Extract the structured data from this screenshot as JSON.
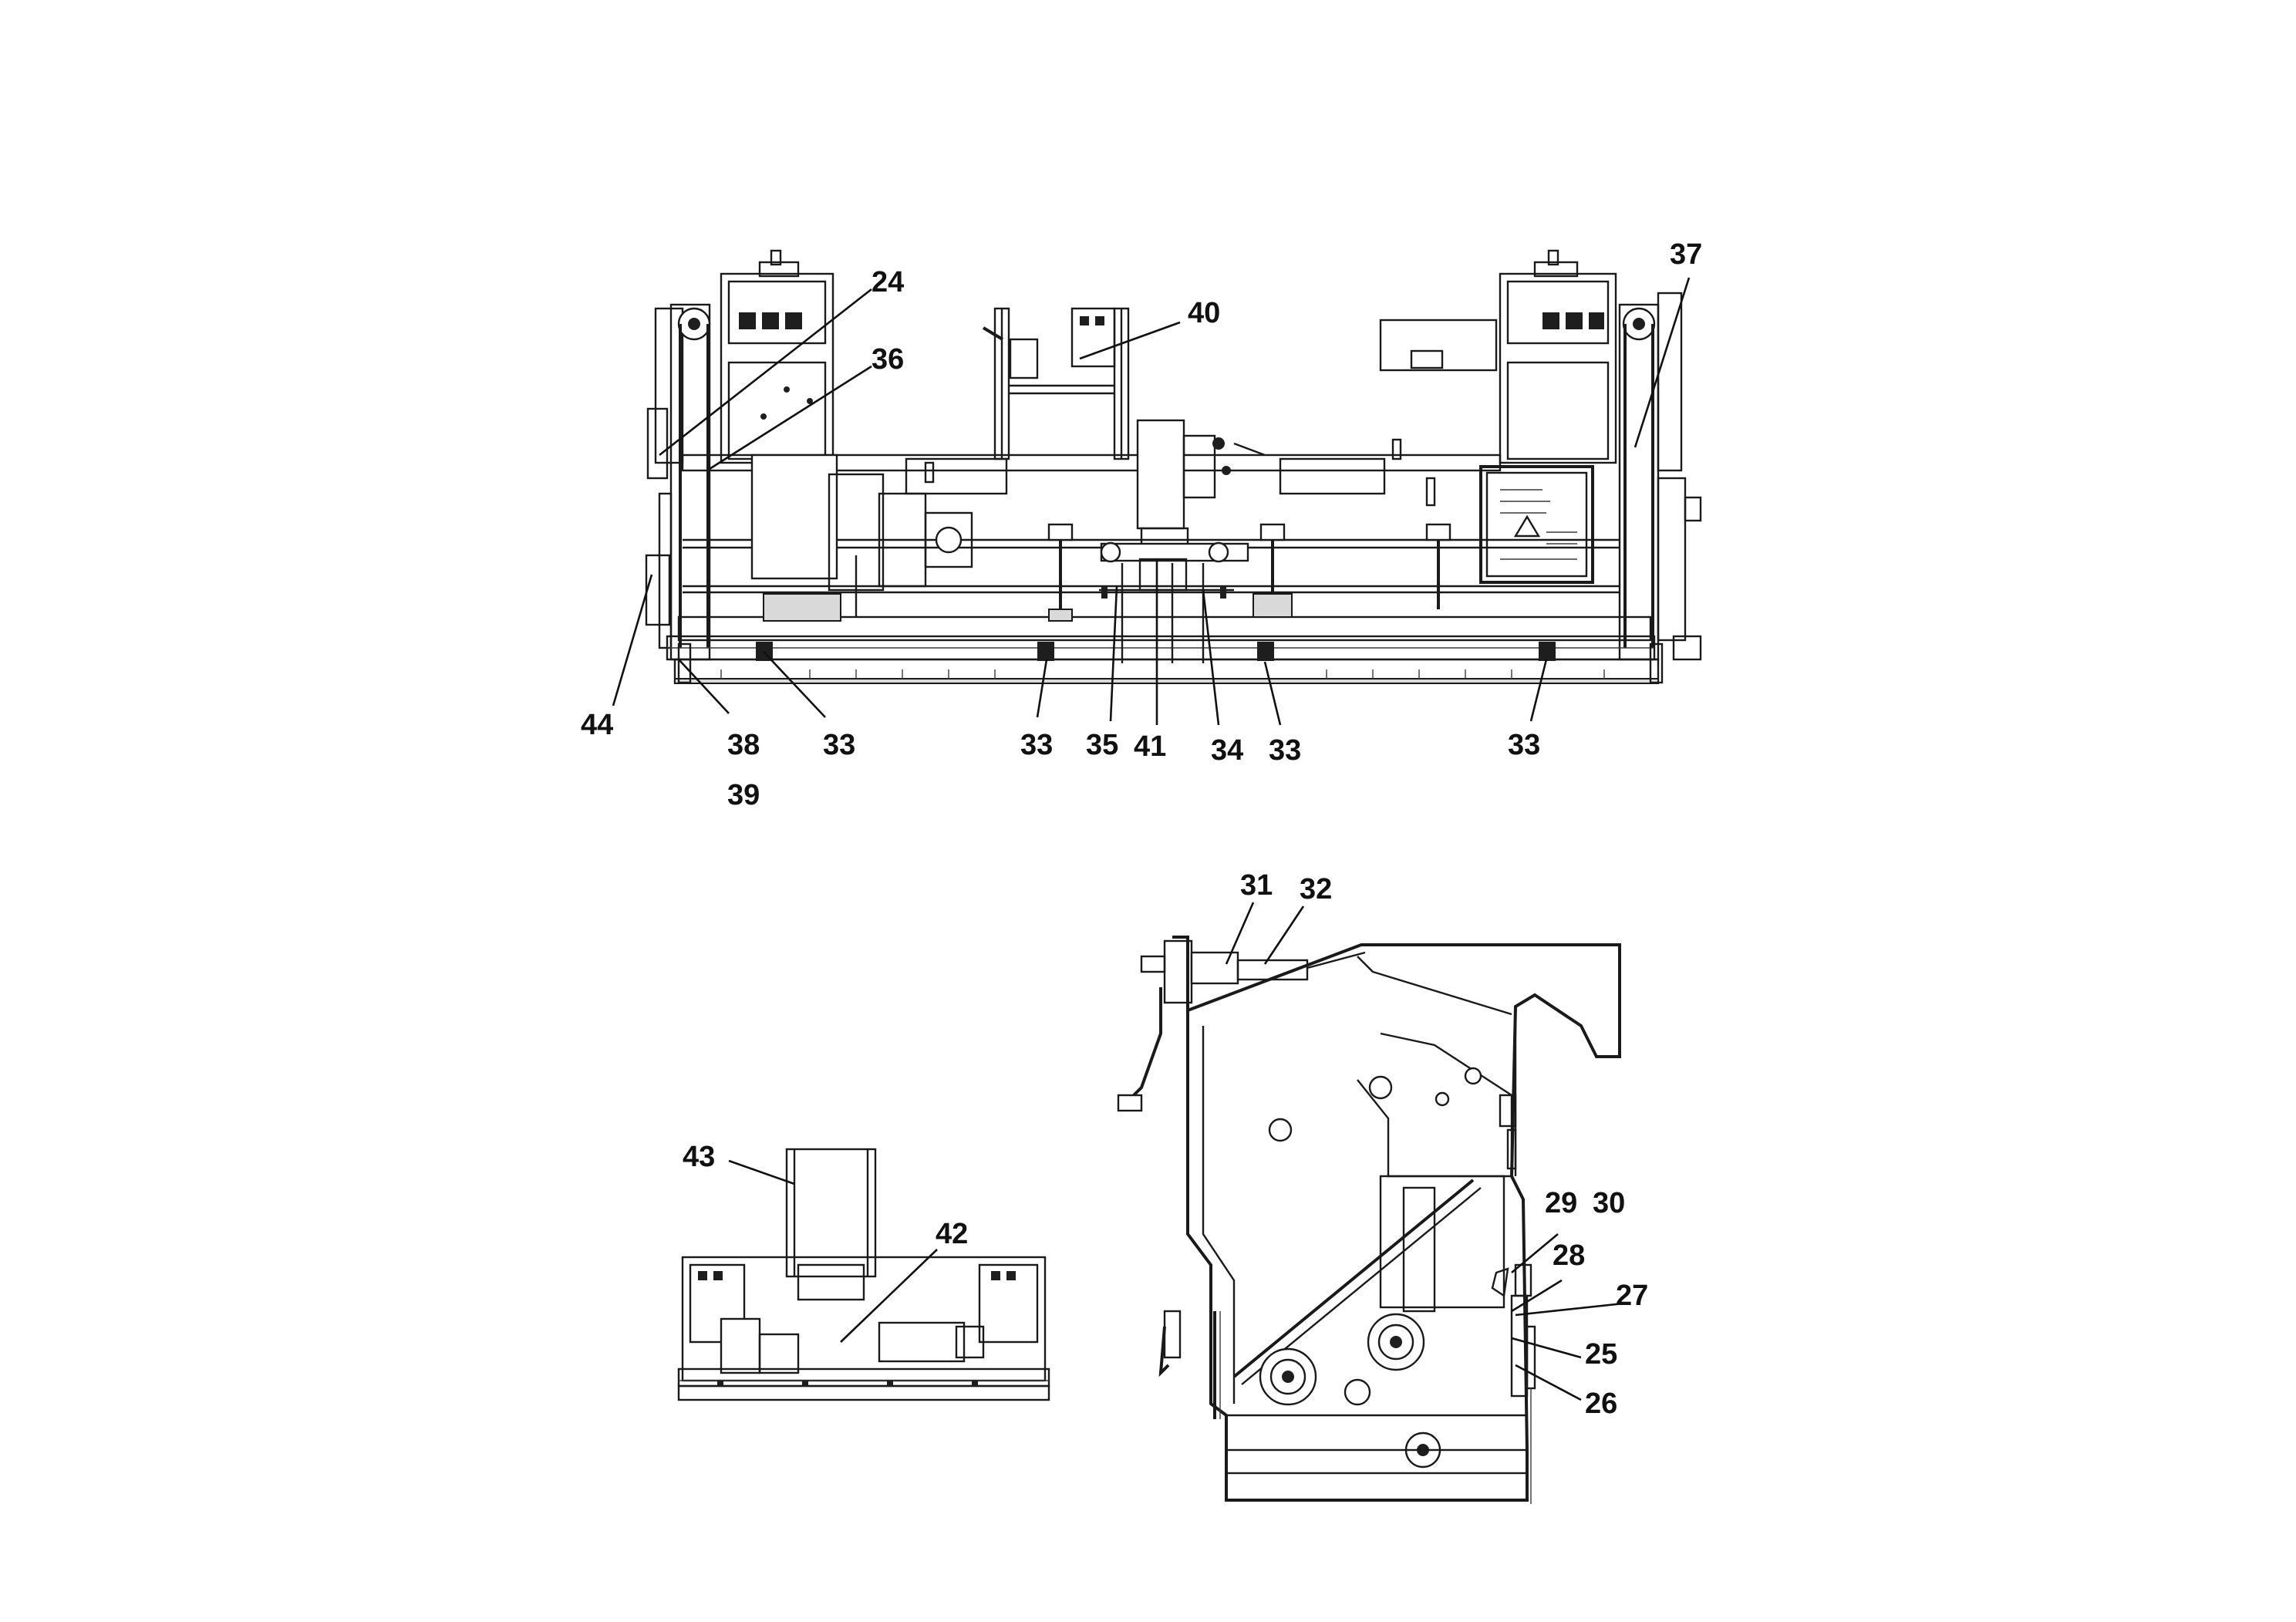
{
  "callouts": {
    "c24": "24",
    "c36": "36",
    "c40": "40",
    "c37": "37",
    "c44": "44",
    "c38": "38",
    "c39": "39",
    "c33a": "33",
    "c33b": "33",
    "c33c": "33",
    "c33d": "33",
    "c35": "35",
    "c41": "41",
    "c34": "34",
    "c31": "31",
    "c32": "32",
    "c29": "29",
    "c30": "30",
    "c28": "28",
    "c27": "27",
    "c25": "25",
    "c26": "26",
    "c43": "43",
    "c42": "42"
  }
}
